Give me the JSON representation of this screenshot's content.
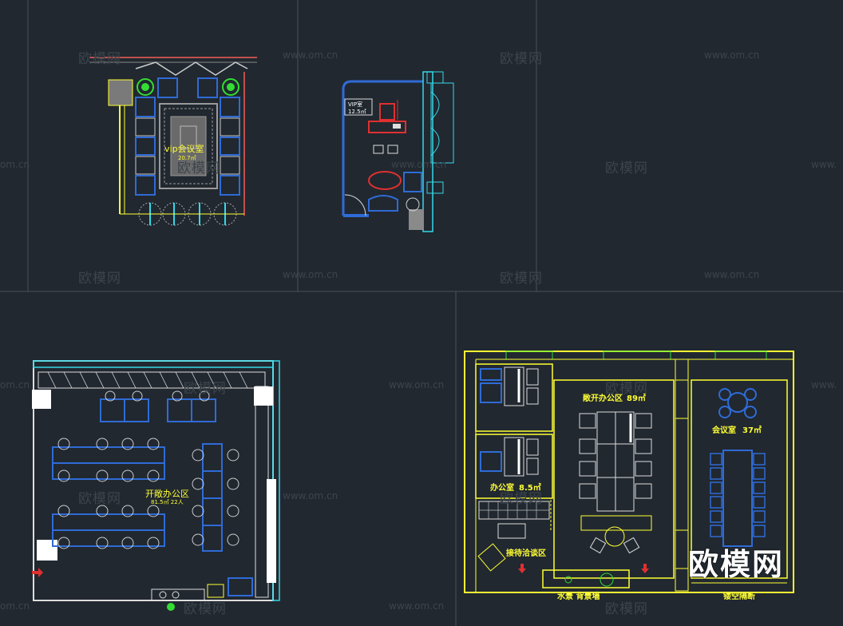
{
  "watermarks": {
    "brand": "欧模网",
    "url": "www.om.cn",
    "url_partial": "om.cn",
    "url_partial_left": "www.",
    "brand_large": "欧模网"
  },
  "rooms": {
    "vip_meeting": {
      "name": "vip会议室",
      "area": "20.7㎡"
    },
    "vip_office": {
      "name": "VIP室",
      "area": "12.5㎡"
    },
    "open_office_left": {
      "name": "开敞办公区",
      "area": "81.5㎡ 22人"
    },
    "open_office_right": {
      "name": "敞开办公区",
      "area": "89㎡"
    },
    "meeting_room": {
      "name": "会议室",
      "area": "37㎡"
    },
    "office_room": {
      "name": "办公室",
      "area": "8.5㎡"
    },
    "reception": {
      "name": "接待洽谈区"
    },
    "water_feature": {
      "name": "水景 背景墙"
    },
    "hollow_partition": {
      "name": "镂空隔断"
    }
  },
  "colors": {
    "background": "#212830",
    "grid": "#4a5158",
    "yellow": "#ffff33",
    "blue": "#2f6bd6",
    "cyan": "#35d8e8",
    "white": "#ffffff",
    "green": "#33dd33",
    "red": "#e03030",
    "gray": "#8a8a8a"
  }
}
